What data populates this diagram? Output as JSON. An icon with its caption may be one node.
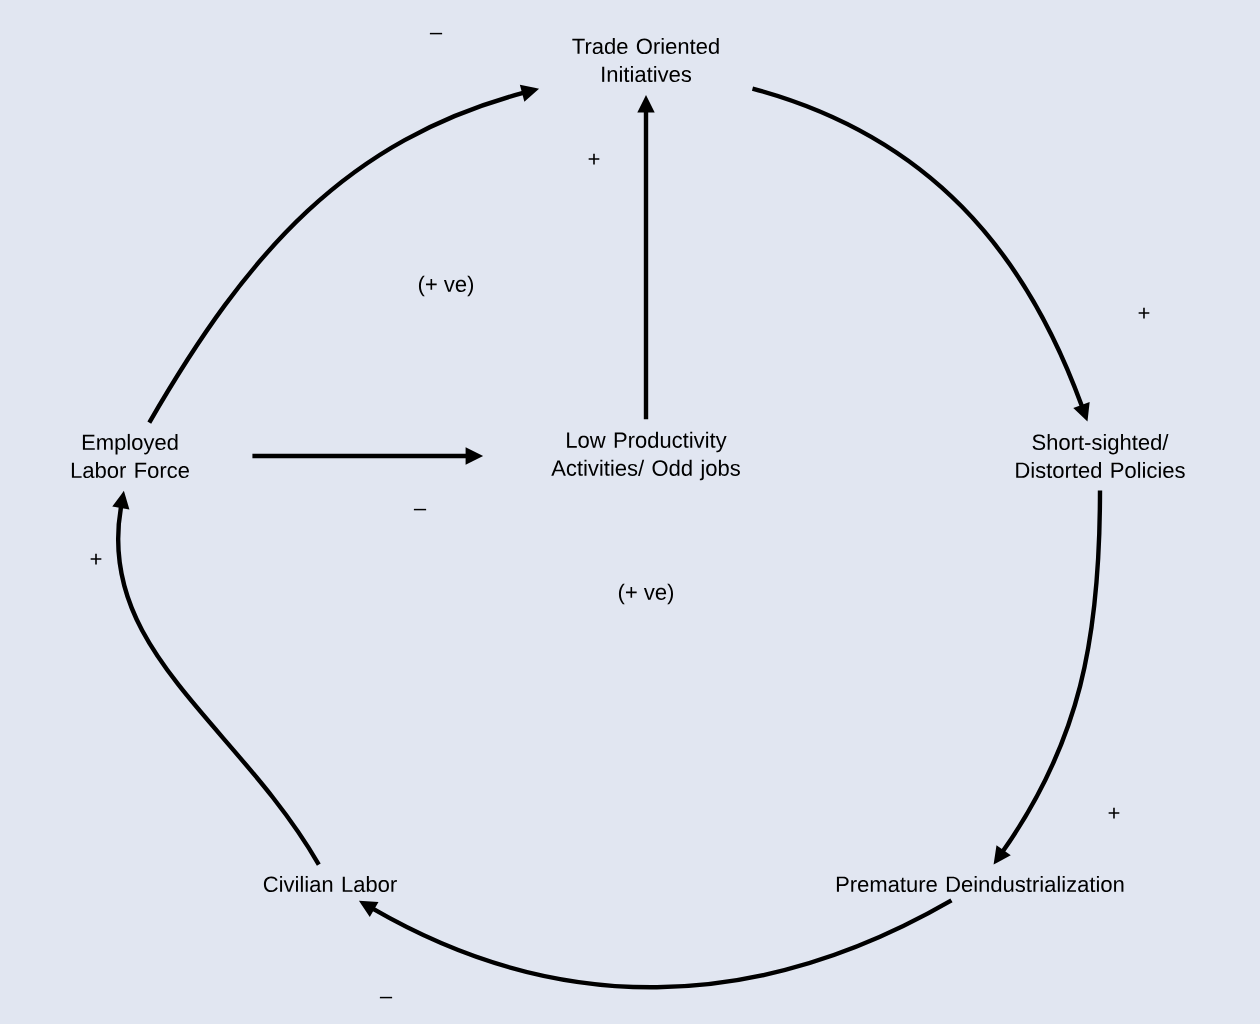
{
  "diagram": {
    "nodes": [
      {
        "text": [
          "Trade Oriented Initiatives"
        ]
      },
      {
        "text": [
          "Employed Labor Force"
        ]
      },
      {
        "text": [
          "Low Productivity Activities/ Odd jobs"
        ]
      },
      {
        "text": [
          "Short-sighted/ Distorted Policies"
        ]
      },
      {
        "text": [
          "Civilian Labor"
        ]
      },
      {
        "text": [
          "Premature Deindustrialization"
        ]
      }
    ],
    "edges": [
      {
        "from": 1,
        "to": 0,
        "arrow": "to",
        "label": "–"
      },
      {
        "from": 2,
        "to": 0,
        "arrow": "to",
        "label": "+"
      },
      {
        "from": 0,
        "to": 3,
        "arrow": "to",
        "label": "+"
      },
      {
        "from": 1,
        "to": 2,
        "arrow": "to",
        "label": "–"
      },
      {
        "from": 3,
        "to": 5,
        "arrow": "to",
        "label": "+"
      },
      {
        "from": 5,
        "to": 4,
        "arrow": "to",
        "label": "–"
      },
      {
        "from": 4,
        "to": 1,
        "arrow": "to",
        "label": "+"
      }
    ],
    "labels": [
      "(+ ve)",
      "(+ ve)"
    ]
  }
}
